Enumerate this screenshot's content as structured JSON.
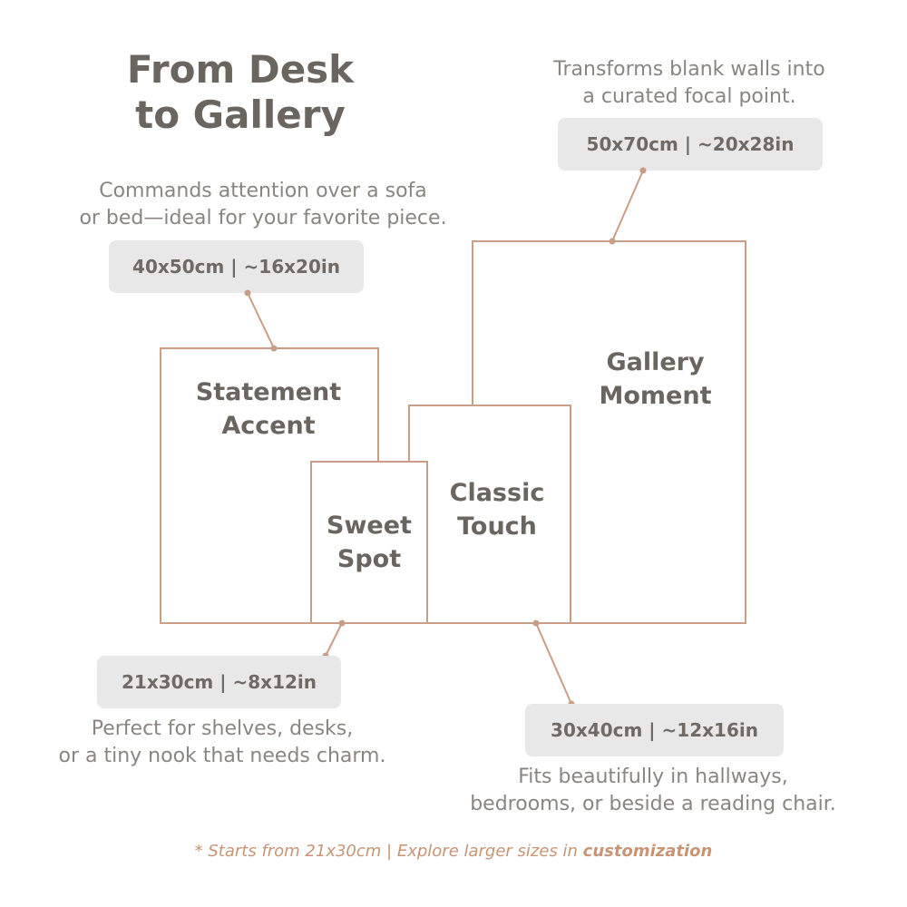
{
  "title": {
    "line1": "From Desk",
    "line2": "to Gallery"
  },
  "colors": {
    "frame": "#c99e88",
    "pill_bg": "#e8e8e8",
    "accent": "#c79476"
  },
  "sizes": {
    "gallery_moment": {
      "label_line1": "Gallery",
      "label_line2": "Moment",
      "dimension": "50x70cm | ~20x28in",
      "desc_line1": "Transforms blank walls into",
      "desc_line2": "a curated focal point."
    },
    "statement_accent": {
      "label_line1": "Statement",
      "label_line2": "Accent",
      "dimension": "40x50cm | ~16x20in",
      "desc_line1": "Commands attention over a sofa",
      "desc_line2": "or bed—ideal for your favorite piece."
    },
    "classic_touch": {
      "label_line1": "Classic",
      "label_line2": "Touch",
      "dimension": "30x40cm | ~12x16in",
      "desc_line1": "Fits beautifully in hallways,",
      "desc_line2": "bedrooms, or beside a reading chair."
    },
    "sweet_spot": {
      "label_line1": "Sweet",
      "label_line2": "Spot",
      "dimension": "21x30cm | ~8x12in",
      "desc_line1": "Perfect for shelves, desks,",
      "desc_line2": "or a tiny nook that needs charm."
    }
  },
  "footnote": {
    "prefix": "* Starts from 21x30cm | Explore larger sizes in ",
    "link": "customization"
  }
}
